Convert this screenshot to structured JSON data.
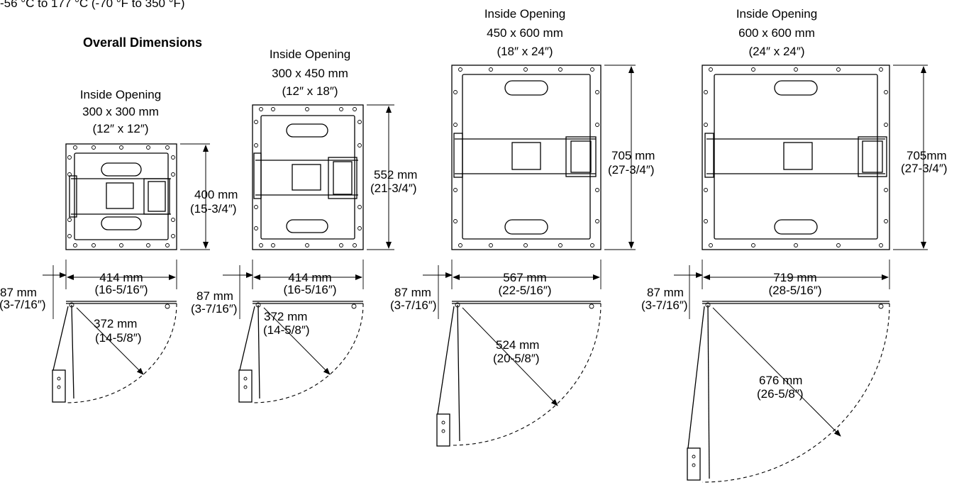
{
  "header": {
    "temperature_range": "-56 °C to 177 °C (-70 °F to 350 °F)",
    "section_title": "Overall Dimensions"
  },
  "variants": [
    {
      "caption": [
        "Inside Opening",
        "300 x 300 mm",
        "(12″ x 12″)"
      ],
      "height_label": [
        "400 mm",
        "(15-3/4″)"
      ],
      "width_label": [
        "414 mm",
        "(16-5/16″)"
      ],
      "depth_label": [
        "87 mm",
        "(3-7/16″)"
      ],
      "swing_label": [
        "372 mm",
        "(14-5/8″)"
      ]
    },
    {
      "caption": [
        "Inside Opening",
        "300 x 450 mm",
        "(12″ x 18″)"
      ],
      "height_label": [
        "552 mm",
        "(21-3/4″)"
      ],
      "width_label": [
        "414 mm",
        "(16-5/16″)"
      ],
      "depth_label": [
        "87 mm",
        "(3-7/16″)"
      ],
      "swing_label": [
        "372 mm",
        "(14-5/8″)"
      ]
    },
    {
      "caption": [
        "Inside Opening",
        "450 x 600 mm",
        "(18″ x 24″)"
      ],
      "height_label": [
        "705 mm",
        "(27-3/4″)"
      ],
      "width_label": [
        "567 mm",
        "(22-5/16″)"
      ],
      "depth_label": [
        "87 mm",
        "(3-7/16″)"
      ],
      "swing_label": [
        "524 mm",
        "(20-5/8″)"
      ]
    },
    {
      "caption": [
        "Inside Opening",
        "600 x 600 mm",
        "(24″ x 24″)"
      ],
      "height_label": [
        "705mm",
        "(27-3/4″)"
      ],
      "width_label": [
        "719 mm",
        "(28-5/16″)"
      ],
      "depth_label": [
        "87 mm",
        "(3-7/16″)"
      ],
      "swing_label": [
        "676 mm",
        "(26-5/8″)"
      ]
    }
  ]
}
